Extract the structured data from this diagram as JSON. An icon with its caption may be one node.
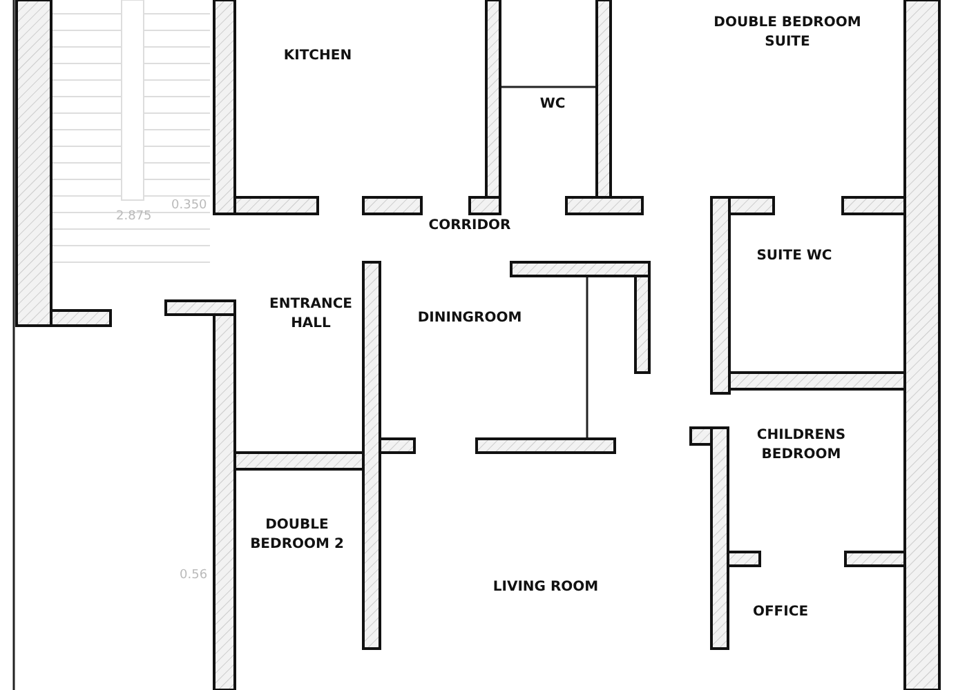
{
  "diagram": {
    "labels": [
      "KITCHEN",
      "DOUBLE BEDROOM SUITE",
      "WC",
      "0.350",
      "2.875",
      "CORRIDOR",
      "SUITE WC",
      "ENTRANCE HALL",
      "DININGROOM",
      "CHILDRENS BEDROOM",
      "DOUBLE BEDROOM 2",
      "0.56",
      "LIVING ROOM",
      "OFFICE"
    ]
  }
}
